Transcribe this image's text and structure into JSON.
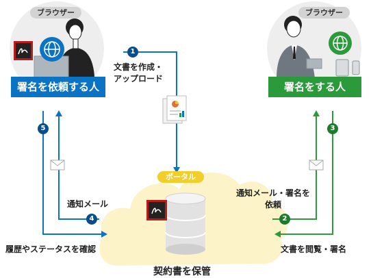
{
  "requester": {
    "browser_label": "ブラウザー",
    "role_label": "署名を依頼する人"
  },
  "signer": {
    "browser_label": "ブラウザー",
    "role_label": "署名をする人"
  },
  "portal": {
    "label": "ポータル",
    "storage_label": "契約書を保管"
  },
  "steps": [
    {
      "number": "1",
      "label_lines": [
        "文書を作成・",
        "アップロード"
      ]
    },
    {
      "number": "2",
      "label_lines": [
        "通知メール・署名を",
        "依頼"
      ]
    },
    {
      "number": "3",
      "label_lines": [
        "文書を閲覧・署名"
      ]
    },
    {
      "number": "4",
      "label_lines": [
        "通知メール"
      ]
    },
    {
      "number": "5",
      "label_lines": [
        "履歴やステータスを確認"
      ]
    }
  ],
  "colors": {
    "blue": "#0b73c4",
    "green": "#2a9a3a",
    "dark_blue": "#0a4d8c",
    "dark_green": "#1e7a2c",
    "portal_yellow": "#f2ce2a",
    "cloud": "#fdf3c8"
  },
  "icons": [
    "signature-app-icon",
    "globe-icon",
    "document-icon",
    "envelope-icon",
    "database-icon",
    "laptop-icon",
    "smartphone-icon",
    "tablet-icon"
  ]
}
